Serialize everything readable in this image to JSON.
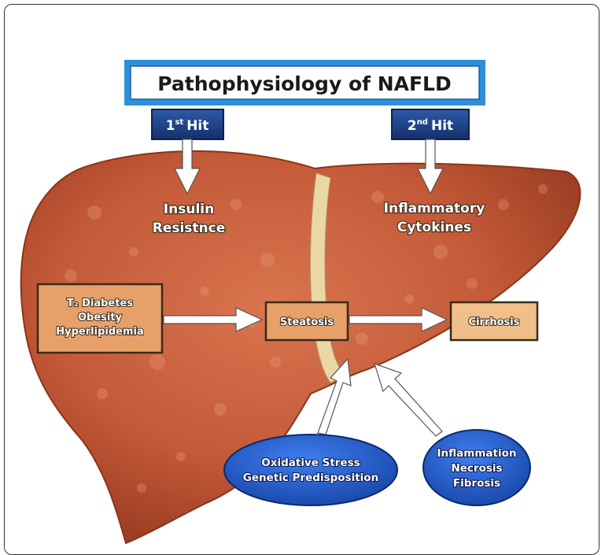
{
  "title": "Pathophysiology of NAFLD",
  "hit1": {
    "number": "1",
    "suffix": "st",
    "word": "Hit"
  },
  "hit2": {
    "number": "2",
    "suffix": "nd",
    "word": "Hit"
  },
  "insulin": [
    "Insulin",
    "Resistnce"
  ],
  "cytokines": [
    "Inflammatory",
    "Cytokines"
  ],
  "causes": [
    "T₂ Diabetes",
    "Obesity",
    "Hyperlipidemia"
  ],
  "steatosis": "Steatosis",
  "cirrhosis": "Cirrhosis",
  "oxidative": [
    "Oxidative Stress",
    "Genetic Predisposition"
  ],
  "inflammation": [
    "Inflammation",
    "Necrosis",
    "Fibrosis"
  ],
  "colors": {
    "liver": "#c65c3b",
    "liver_dark": "#9c3e22",
    "ligament": "#e8d4a0",
    "navy": "#1e3a7a",
    "ellipse_blue": "#1a4fb8",
    "box_fill": "#e8a06a",
    "title_border": "#2f8fd8"
  }
}
